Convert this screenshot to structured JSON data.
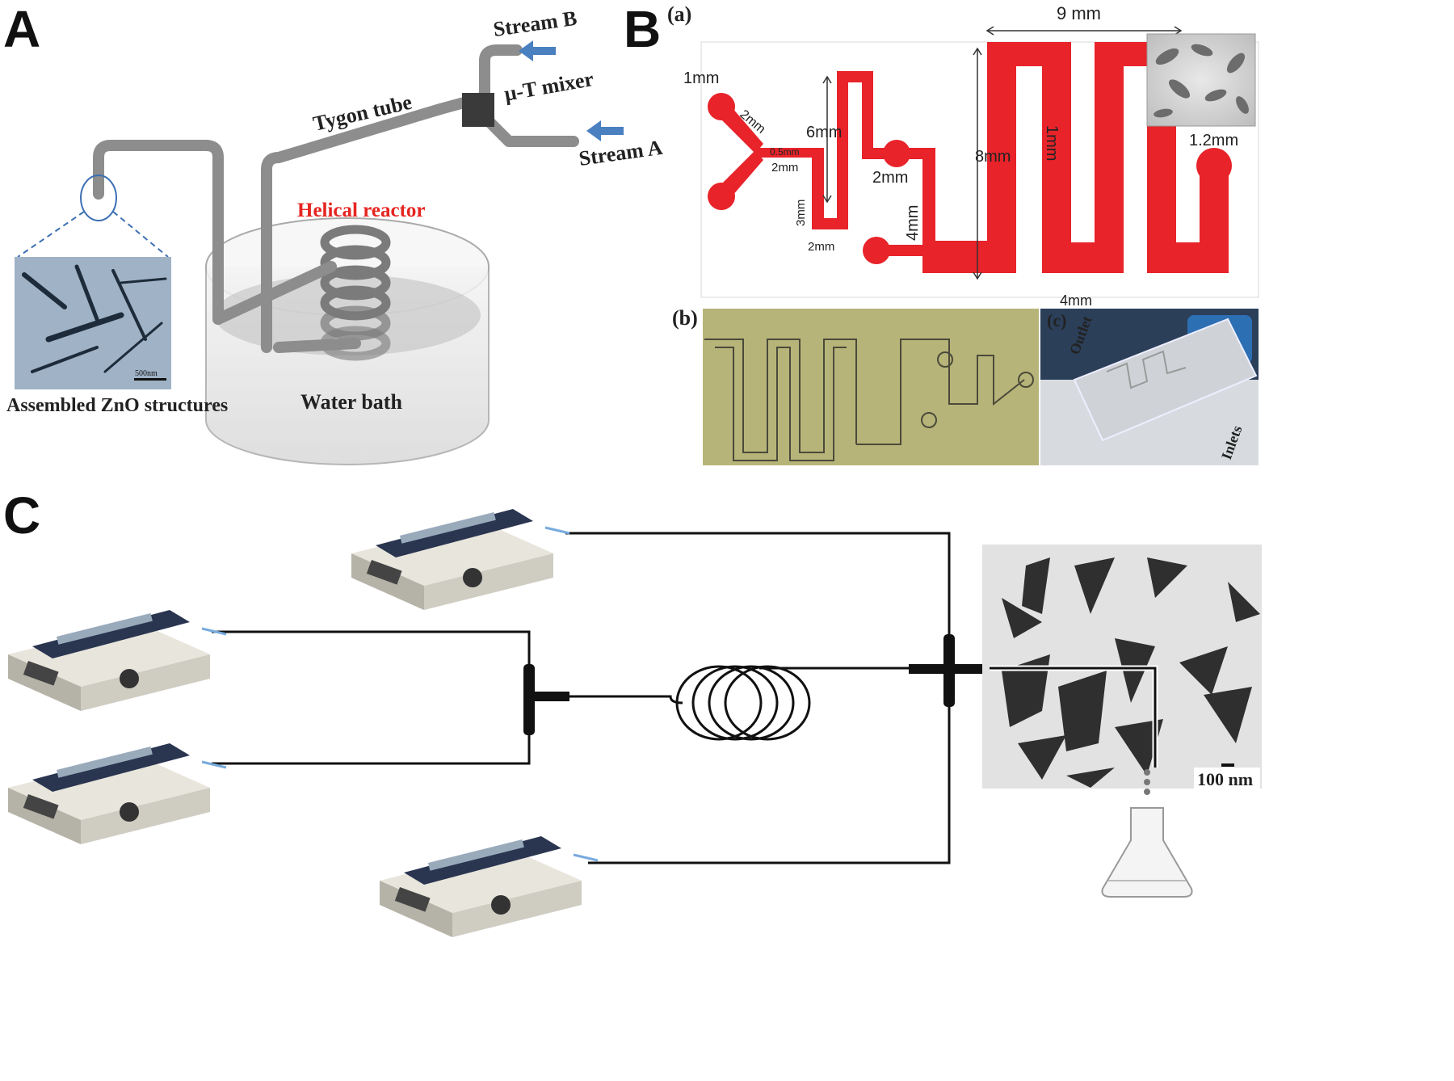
{
  "panel_a": {
    "letter": "A",
    "stream_b": "Stream B",
    "stream_a": "Stream A",
    "mixer": "μ-T mixer",
    "tube": "Tygon tube",
    "reactor": "Helical reactor",
    "bath": "Water bath",
    "structures": "Assembled  ZnO structures",
    "scale": "500nm"
  },
  "panel_b": {
    "letter": "B",
    "sub_a": "(a)",
    "sub_b": "(b)",
    "sub_c": "(c)",
    "dims": {
      "d9mm": "9 mm",
      "d1mm_top": "1mm",
      "d2mm_diag": "2mm",
      "d6mm": "6mm",
      "d05mm": "0.5mm",
      "d2mm_small": "2mm",
      "d3mm": "3mm",
      "d2mm_bottom": "2mm",
      "d2mm_mid": "2mm",
      "d4mm_vert": "4mm",
      "d8mm": "8mm",
      "d1mm_vert": "1mm",
      "d12mm": "1.2mm",
      "d4mm_bottom": "4mm"
    },
    "outlet": "Outlet",
    "inlets": "Inlets"
  },
  "panel_c": {
    "letter": "C",
    "scale": "100 nm"
  },
  "colors": {
    "channel_red": "#e8232a",
    "label_red": "#e52521",
    "arrow_blue": "#4a7fc0",
    "tube_gray": "#8c8c8c"
  }
}
